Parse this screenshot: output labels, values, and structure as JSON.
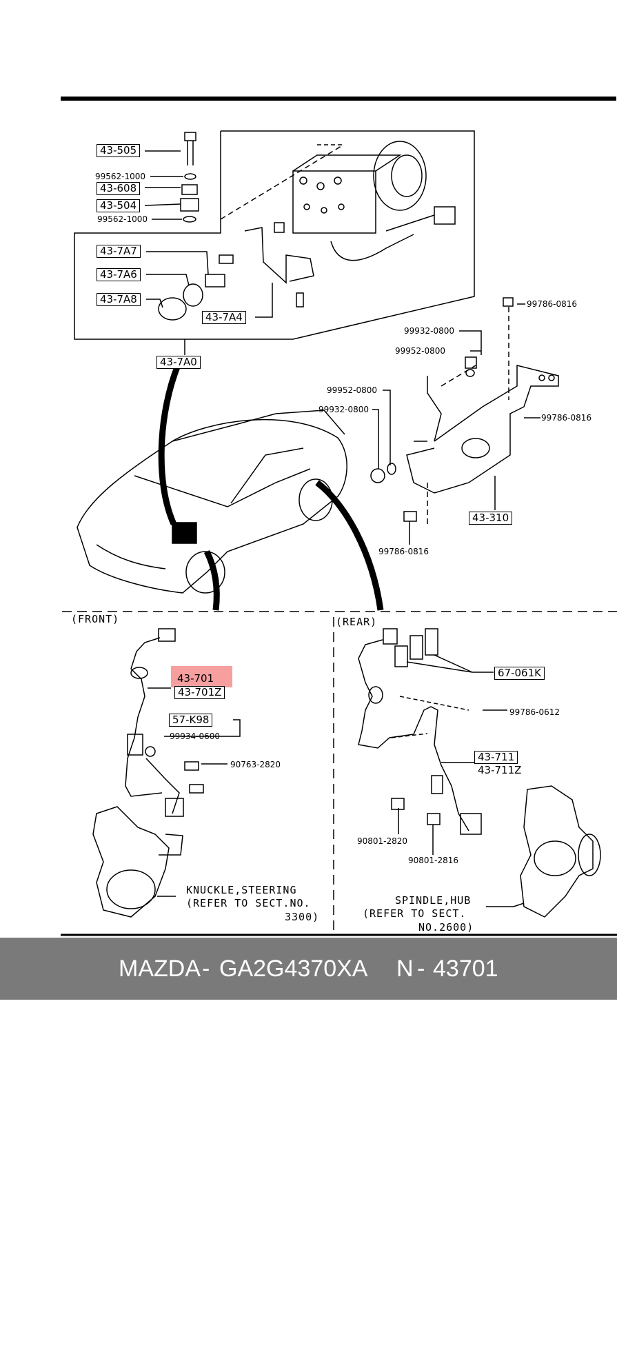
{
  "labels": {
    "p43_505": "43-505",
    "p99562_top": "99562-1000",
    "p43_608": "43-608",
    "p43_504": "43-504",
    "p99562_bot": "99562-1000",
    "p43_7a7": "43-7A7",
    "p43_7a6": "43-7A6",
    "p43_7a8": "43-7A8",
    "p43_7a4": "43-7A4",
    "p43_7a0": "43-7A0",
    "p99786_0816_a": "99786-0816",
    "p99932_0800_a": "99932-0800",
    "p99952_0800_a": "99952-0800",
    "p99952_0800_b": "99952-0800",
    "p99932_0800_b": "99932-0800",
    "p99786_0816_b": "99786-0816",
    "p43_310": "43-310",
    "p99786_0816_c": "99786-0816",
    "front": "(FRONT)",
    "rear": "(REAR)",
    "p43_701": "43-701",
    "p43_701z": "43-701Z",
    "p57_k98": "57-K98",
    "p99934_0600": "99934-0600",
    "p90763_2820": "90763-2820",
    "p67_061k": "67-061K",
    "p99786_0612": "99786-0612",
    "p43_711": "43-711",
    "p43_711z": "43-711Z",
    "p90801_2820": "90801-2820",
    "p90801_2816": "90801-2816",
    "knuckle_1": "KNUCKLE,STEERING",
    "knuckle_2": "(REFER TO SECT.NO.",
    "knuckle_3": "3300)",
    "spindle_1": "SPINDLE,HUB",
    "spindle_2": "(REFER TO SECT.",
    "spindle_3": "NO.2600)"
  },
  "footer": {
    "brand": "MAZDA",
    "sep1": "-",
    "part_number": "GA2G4370XA",
    "n": "N",
    "sep2": "-",
    "ref": "43701"
  },
  "colors": {
    "highlight": "#f05050",
    "footer_bg": "#7a7a7a"
  }
}
